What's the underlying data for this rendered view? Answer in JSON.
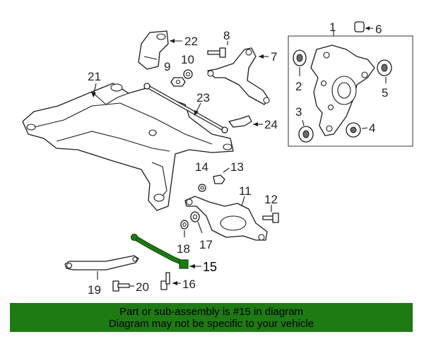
{
  "callouts": {
    "c1": "1",
    "c2": "2",
    "c3": "3",
    "c4": "4",
    "c5": "5",
    "c6": "6",
    "c7": "7",
    "c8": "8",
    "c9": "9",
    "c10": "10",
    "c11": "11",
    "c12": "12",
    "c13": "13",
    "c14": "14",
    "c15": "15",
    "c16": "16",
    "c17": "17",
    "c18": "18",
    "c19": "19",
    "c20": "20",
    "c21": "21",
    "c22": "22",
    "c23": "23",
    "c24": "24"
  },
  "banner": {
    "line1": "Part or sub-assembly is #15 in diagram",
    "line2": "Diagram may not be specific to your vehicle"
  },
  "colors": {
    "banner_bg": "#1e7a12",
    "highlight_part": "#1e7a12"
  }
}
